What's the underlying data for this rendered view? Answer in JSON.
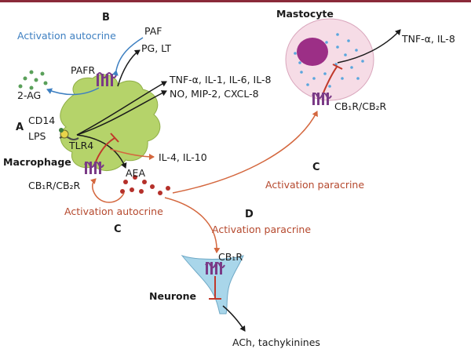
{
  "colors": {
    "top_bar": "#8a2a3a",
    "macrophage": "#b5d36a",
    "mastocyte": "#f6dce6",
    "nucleus": "#9c2f86",
    "granule": "#5aa6dd",
    "neurone": "#a9d6ea",
    "receptor": "#7a3a86",
    "paracrine_arrow": "#d4673e",
    "inhibition": "#c0392b",
    "autocrine_blue": "#3d7fc1",
    "aea_dots": "#b5302a",
    "twoag_dots": "#5aa05a"
  },
  "labels": {
    "letter_a": "A",
    "letter_b": "B",
    "letter_c_left": "C",
    "letter_c_right": "C",
    "letter_d": "D",
    "activation_autocrine_blue": "Activation autocrine",
    "paf": "PAF",
    "pg_lt": "PG, LT",
    "pafr": "PAFR",
    "two_ag": "2-AG",
    "cd14": "CD14",
    "lps": "LPS",
    "tlr4": "TLR4",
    "cytokines_line1": "TNF-α, IL-1, IL-6, IL-8",
    "cytokines_line2": "NO, MIP-2, CXCL-8",
    "il4_il10": "IL-4, IL-10",
    "macrophage": "Macrophage",
    "cb_macrophage": "CB₁R/CB₂R",
    "aea": "AEA",
    "activation_autocrine_red": "Activation autocrine",
    "activation_paracrine_c": "Activation paracrine",
    "activation_paracrine_d": "Activation paracrine",
    "mastocyte": "Mastocyte",
    "tnf_il8": "TNF-α, IL-8",
    "cb_mastocyte": "CB₁R/CB₂R",
    "cb1r_neurone": "CB₁R",
    "neurone": "Neurone",
    "ach": "ACh, tachykinines"
  }
}
